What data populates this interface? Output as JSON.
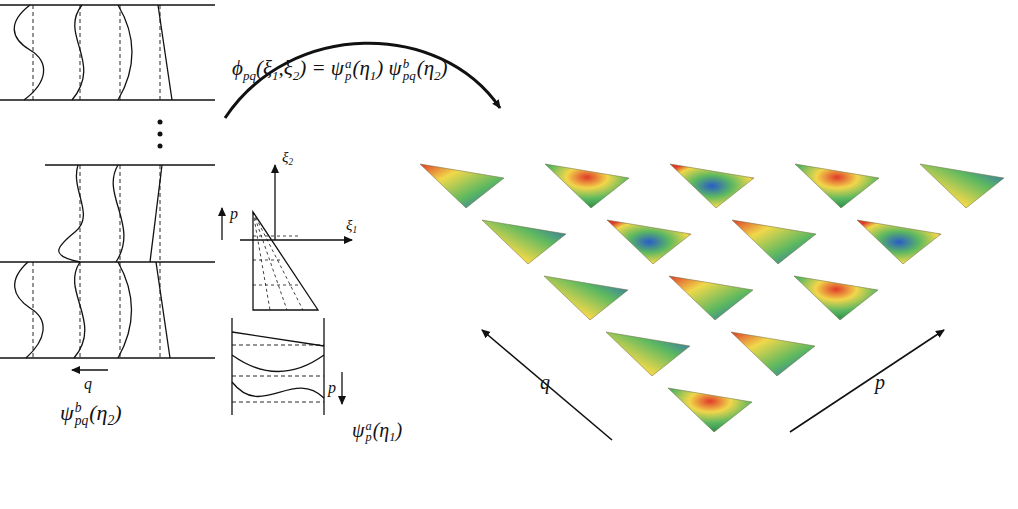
{
  "diagram": {
    "labels": [
      "ϕ",
      "pq",
      "(ξ",
      "1",
      ",ξ",
      "2",
      ") = ψ",
      "a",
      "p",
      "(η",
      "1",
      ") ψ",
      "b",
      "pq",
      "(η",
      "2",
      ")",
      "ψ",
      "b",
      "pq",
      "(η",
      "2",
      ")",
      "ψ",
      "a",
      "p",
      "(η",
      "1",
      ")",
      "ξ",
      "2",
      "ξ",
      "1",
      "p",
      "q",
      "p",
      "q",
      "p"
    ]
  }
}
